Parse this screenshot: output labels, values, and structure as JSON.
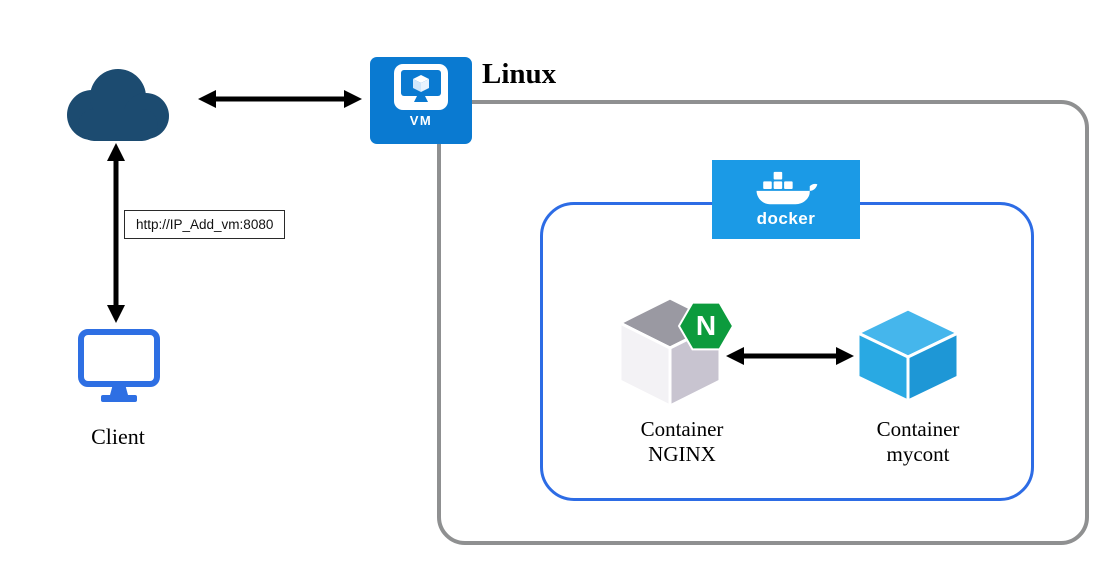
{
  "labels": {
    "linux": "Linux",
    "vm": "VM",
    "docker": "docker",
    "client": "Client",
    "url": "http://IP_Add_vm:8080",
    "nginx_badge": "N",
    "container_nginx": {
      "line1": "Container",
      "line2": "NGINX"
    },
    "container_mycont": {
      "line1": "Container",
      "line2": "mycont"
    }
  },
  "colors": {
    "cloud_navy": "#1c4b70",
    "vm_blue": "#0a7ad1",
    "docker_blue": "#1b9ae6",
    "outer_box_border": "#8f9091",
    "inner_box_border": "#2d6ce5",
    "client_blue": "#2e6fe3",
    "nginx_green": "#0c9b3d",
    "cube_blue": "#29a9e3",
    "arrow_black": "#000000"
  }
}
